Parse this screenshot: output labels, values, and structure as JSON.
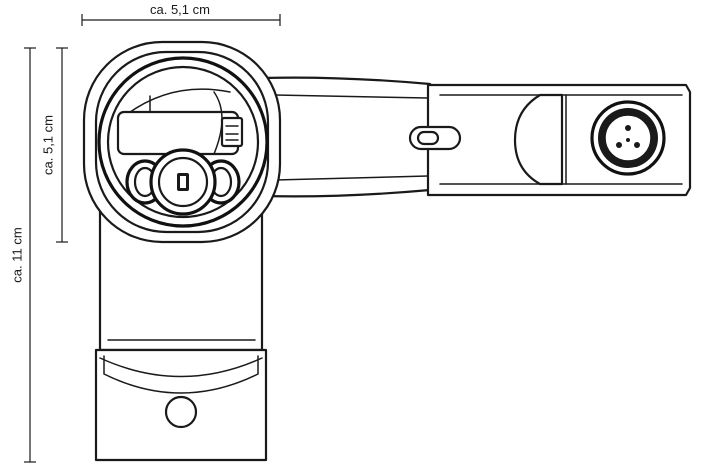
{
  "dimensions": {
    "width_label": "ca. 5,1 cm",
    "height_small_label": "ca. 5,1 cm",
    "height_large_label": "ca. 11 cm"
  },
  "colors": {
    "line": "#1a1a1a",
    "background": "#ffffff"
  }
}
